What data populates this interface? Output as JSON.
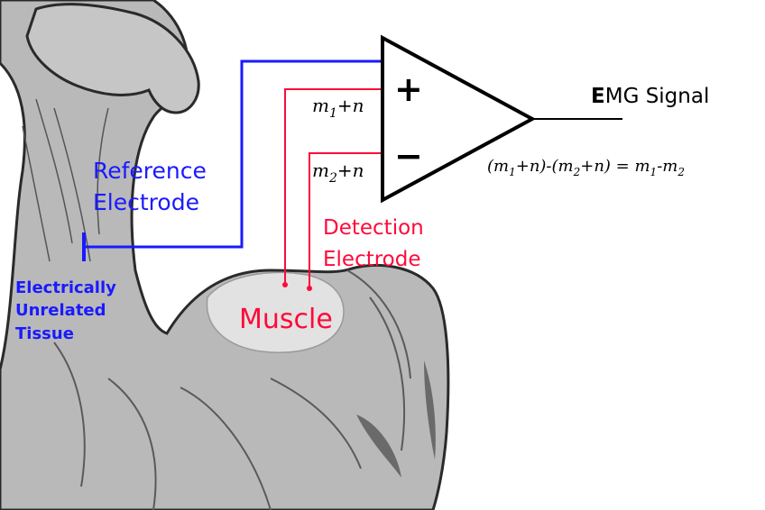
{
  "labels": {
    "reference_line1": "Reference",
    "reference_line2": "Electrode",
    "tissue_line1": "Electrically",
    "tissue_line2": "Unrelated",
    "tissue_line3": "Tissue",
    "detection_line1": "Detection",
    "detection_line2": "Electrode",
    "muscle": "Muscle",
    "output_bold": "E",
    "output_rest": "MG Signal",
    "plus_sign": "+",
    "minus_sign": "−"
  },
  "inputs": {
    "plus": {
      "m": "m",
      "sub": "1",
      "rest": "+n"
    },
    "minus": {
      "m": "m",
      "sub": "2",
      "rest": "+n"
    }
  },
  "equation": {
    "p1": "(m",
    "s1": "1",
    "p2": "+n)-(m",
    "s2": "2",
    "p3": "+n) = m",
    "s3": "1",
    "p4": "-m",
    "s4": "2"
  },
  "colors": {
    "reference": "#1a1aff",
    "detection": "#ff0a3a",
    "amplifier": "#000000",
    "arm_fill": "#b9b9b9",
    "arm_outline": "#2a2a2a",
    "highlight": "#e2e2e2"
  },
  "icons": {
    "amplifier": "triangle-op-amp-icon",
    "arm": "flexed-arm-illustration"
  }
}
